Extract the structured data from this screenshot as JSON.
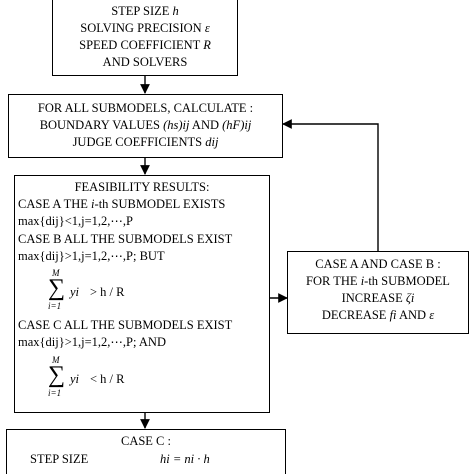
{
  "box_top": {
    "lines": [
      "STEP SIZE",
      "SOLVING PRECISION",
      "SPEED COEFFICIENT",
      "AND SOLVERS"
    ],
    "sym_h": "h",
    "sym_eps": "ε",
    "sym_R": "R"
  },
  "box_calc": {
    "line1": "FOR ALL SUBMODELS, CALCULATE :",
    "line2a": "BOUNDARY VALUES",
    "line2b": "(hs)ij",
    "line2c": "AND",
    "line2d": "(hF)ij",
    "line3a": "JUDGE COEFFICIENTS",
    "line3b": "dij"
  },
  "box_feas": {
    "title": "FEASIBILITY RESULTS:",
    "caseA": "CASE A  THE",
    "caseA_i": "i",
    "caseA_rest": "-th SUBMODEL EXISTS",
    "condA": "max{dij}<1,j=1,2,⋯,P",
    "caseB": "CASE B  ALL THE SUBMODELS EXIST",
    "condB": "max{dij}>1,j=1,2,⋯,P; BUT",
    "sum_upper": "M",
    "sum_lower": "i=1",
    "sum_term": "yi",
    "ineqB": "> h / R",
    "caseC": "CASE C  ALL THE SUBMODELS EXIST",
    "condC": "max{dij}>1,j=1,2,⋯,P; AND",
    "ineqC": "< h / R"
  },
  "box_ab": {
    "line1": "CASE A AND CASE B :",
    "line2a": "FOR THE",
    "line2b": "i",
    "line2c": "-th SUBMODEL",
    "line3a": "INCREASE",
    "line3b": "ζi",
    "line4a": "DECREASE",
    "line4b": "fi",
    "line4c": "AND",
    "line4d": "ε"
  },
  "box_c": {
    "line1": "CASE C :",
    "line2a": "STEP SIZE",
    "line2b": "hi = ni · h"
  }
}
